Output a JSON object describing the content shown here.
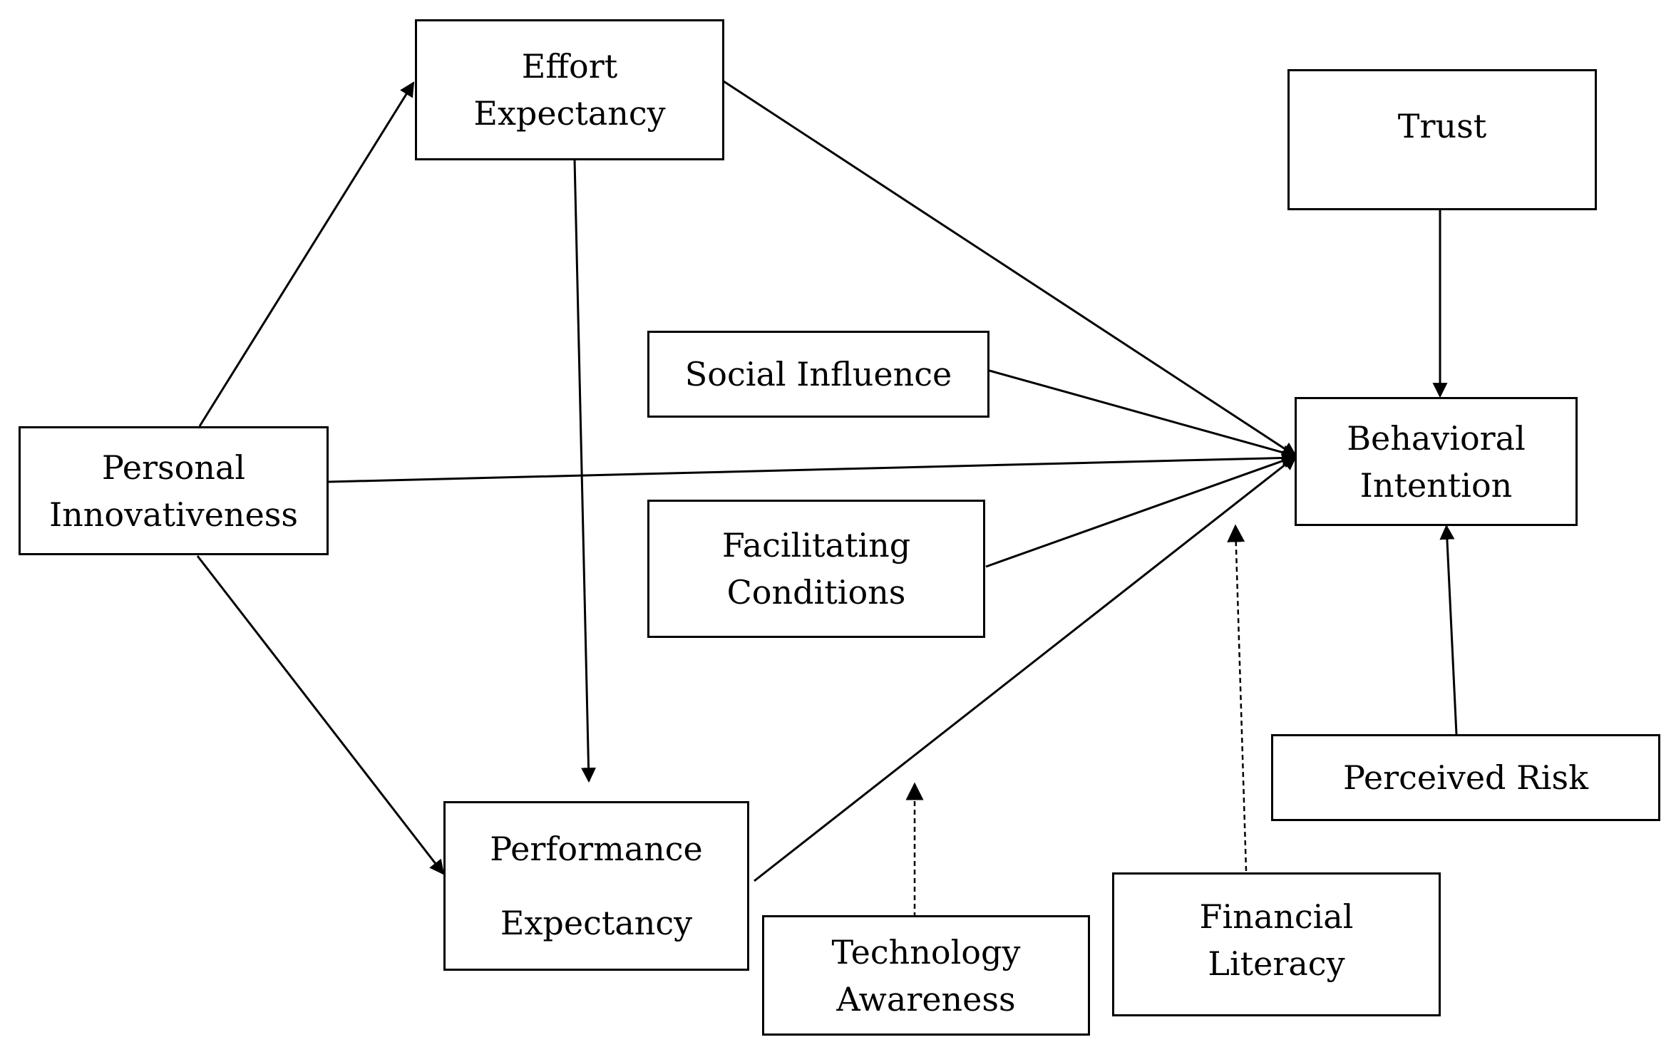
{
  "nodes": {
    "effort_expectancy": [
      "Effort",
      "Expectancy"
    ],
    "trust": "Trust",
    "social_influence": "Social Influence",
    "behavioral_intention": [
      "Behavioral",
      "Intention"
    ],
    "personal_innovativeness": [
      "Personal",
      "Innovativeness"
    ],
    "facilitating_conditions": [
      "Facilitating",
      "Conditions"
    ],
    "perceived_risk": "Perceived Risk",
    "performance_expectancy": [
      "Performance",
      "Expectancy"
    ],
    "financial_literacy": [
      "Financial",
      "Literacy"
    ],
    "technology_awareness": [
      "Technology",
      "Awareness"
    ]
  },
  "edges": [
    {
      "from": "personal_innovativeness",
      "to": "effort_expectancy",
      "style": "solid"
    },
    {
      "from": "personal_innovativeness",
      "to": "performance_expectancy",
      "style": "solid"
    },
    {
      "from": "personal_innovativeness",
      "to": "behavioral_intention",
      "style": "solid"
    },
    {
      "from": "effort_expectancy",
      "to": "performance_expectancy",
      "style": "solid"
    },
    {
      "from": "effort_expectancy",
      "to": "behavioral_intention",
      "style": "solid"
    },
    {
      "from": "social_influence",
      "to": "behavioral_intention",
      "style": "solid"
    },
    {
      "from": "facilitating_conditions",
      "to": "behavioral_intention",
      "style": "solid"
    },
    {
      "from": "performance_expectancy",
      "to": "behavioral_intention",
      "style": "solid"
    },
    {
      "from": "trust",
      "to": "behavioral_intention",
      "style": "solid"
    },
    {
      "from": "perceived_risk",
      "to": "behavioral_intention",
      "style": "solid"
    },
    {
      "from": "technology_awareness",
      "to": "performance_expectancy-behavioral_intention",
      "style": "dashed"
    },
    {
      "from": "financial_literacy",
      "to": "facilitating_conditions-behavioral_intention",
      "style": "dashed"
    }
  ]
}
